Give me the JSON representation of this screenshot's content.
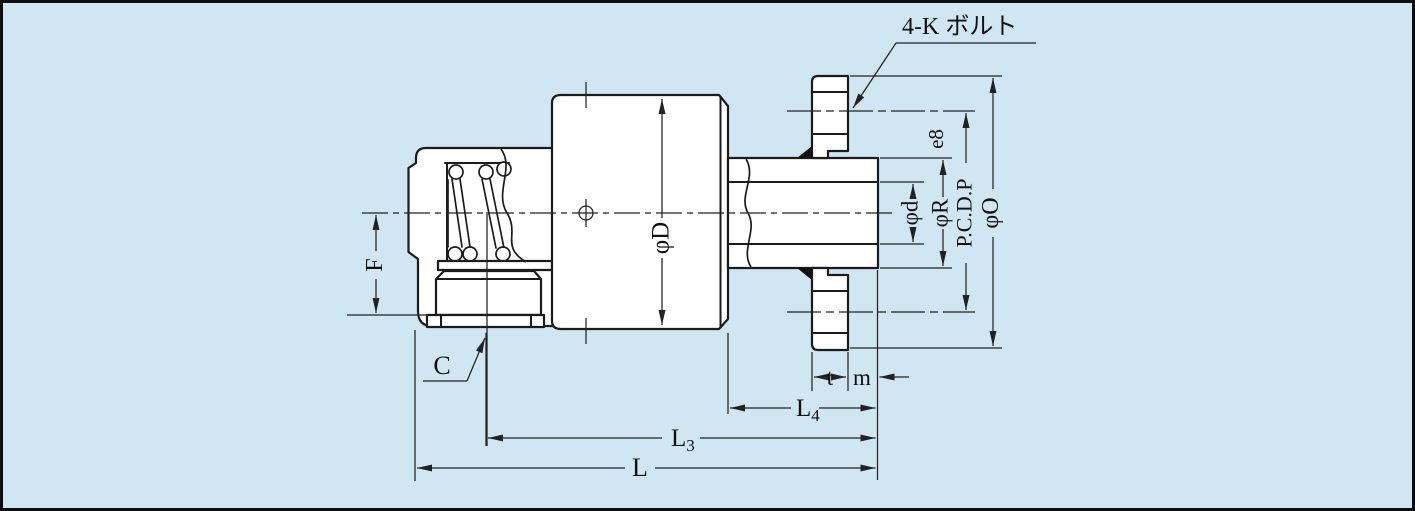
{
  "canvas": {
    "background": "#d0e6f2",
    "frame_color": "#0d0d0d",
    "ink_color": "#1b1b1b"
  },
  "annotation": {
    "bolt_note": "4-K ボルト"
  },
  "labels": {
    "F": "F",
    "C": "C",
    "phi_D": "φD",
    "phi_d": "φd",
    "phi_R": "φR",
    "e8": "e8",
    "pcdp": "P.C.D.P",
    "phi_O": "φO",
    "t": "t",
    "m": "m",
    "L": "L",
    "L3_main": "L",
    "L3_sub": "3",
    "L4_main": "L",
    "L4_sub": "4"
  }
}
